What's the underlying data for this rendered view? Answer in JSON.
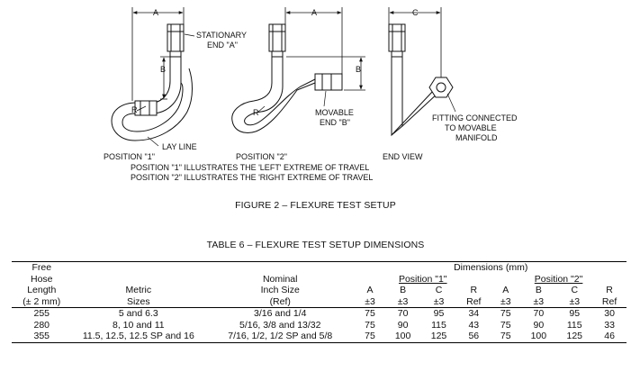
{
  "figure": {
    "dim_a1": "A",
    "dim_a2": "A",
    "dim_b1": "B",
    "dim_b2": "B",
    "dim_c": "C",
    "stationary_line1": "STATIONARY",
    "stationary_line2": "END \"A\"",
    "movable_line1": "MOVABLE",
    "movable_line2": "END \"B\"",
    "radius1": "R",
    "radius2": "R",
    "lay_line": "LAY LINE",
    "position1": "POSITION \"1\"",
    "position2": "POSITION \"2\"",
    "end_view": "END VIEW",
    "fitting_line1": "FITTING CONNECTED",
    "fitting_line2": "TO MOVABLE",
    "fitting_line3": "MANIFOLD",
    "note1": "POSITION \"1\" ILLUSTRATES THE 'LEFT' EXTREME OF TRAVEL",
    "note2": "POSITION \"2\" ILLUSTRATES THE 'RIGHT EXTREME OF TRAVEL"
  },
  "figure_caption": "FIGURE 2 – FLEXURE TEST SETUP",
  "table_caption": "TABLE 6 – FLEXURE TEST SETUP DIMENSIONS",
  "table": {
    "header": {
      "free": "Free",
      "hose": "Hose",
      "length": "Length",
      "tolerance_len": "(± 2 mm)",
      "metric": "Metric",
      "sizes": "Sizes",
      "nominal": "Nominal",
      "inch_size": "Inch Size",
      "ref": "(Ref)",
      "dimensions": "Dimensions (mm)",
      "position1": "Position \"1\"",
      "position2": "Position \"2\"",
      "cols": [
        "A",
        "B",
        "C",
        "R",
        "A",
        "B",
        "C",
        "R"
      ],
      "tols": [
        "±3",
        "±3",
        "±3",
        "Ref",
        "±3",
        "±3",
        "±3",
        "Ref"
      ]
    },
    "rows": [
      {
        "length": "255",
        "metric": "5 and 6.3",
        "inch": "3/16 and 1/4",
        "v": [
          "75",
          "70",
          "95",
          "34",
          "75",
          "70",
          "95",
          "30"
        ]
      },
      {
        "length": "280",
        "metric": "8, 10 and 11",
        "inch": "5/16, 3/8 and 13/32",
        "v": [
          "75",
          "90",
          "115",
          "43",
          "75",
          "90",
          "115",
          "33"
        ]
      },
      {
        "length": "355",
        "metric": "11.5, 12.5, 12.5 SP and 16",
        "inch": "7/16, 1/2, 1/2 SP and 5/8",
        "v": [
          "75",
          "100",
          "125",
          "56",
          "75",
          "100",
          "125",
          "46"
        ]
      }
    ]
  }
}
